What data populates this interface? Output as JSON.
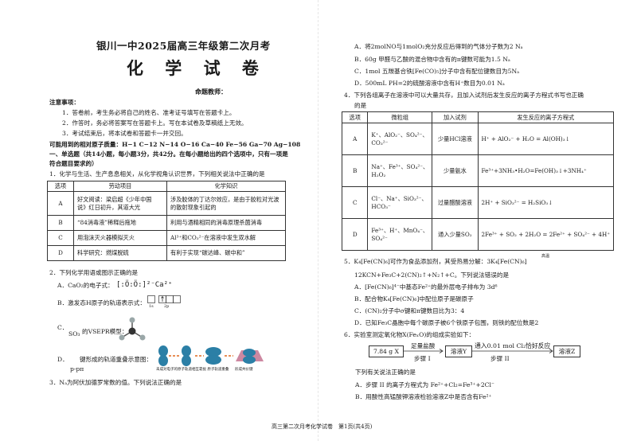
{
  "left": {
    "school": "银川一中2025届高三年级第二次月考",
    "subject": "化 学 试 卷",
    "author_label": "命题教师：",
    "notice_title": "注意事项：",
    "notices": [
      "1．答卷前，考生务必将自己的姓名、准考证号填写在答题卡上。",
      "2．作答时，务必将答案写在答题卡上。写在本试卷及草稿纸上无效。",
      "3．考试结束后，将本试卷和答题卡一并交回。"
    ],
    "atomic_mass": "可能用到的相对原子质量：H−1 C−12 N−14 O−16 Ca−40 Fe−56 Ga−70 Ag−108",
    "section1_a": "一、单选题（共14小题，每小题3分，共42分。在每小题给出的四个选项中，只有一项是",
    "section1_b": "符合题目要求的）",
    "q1": "1．化学与生活、生产息息相关，从化学视角认识世界，下列相关说法中正确的是",
    "q1_table": {
      "headers": [
        "选项",
        "劳动项目",
        "化学知识"
      ],
      "rows": [
        {
          "opt": "A",
          "work": [
            "好文阅读：梁启超《少年中国",
            "说》红日初升，其道大光"
          ],
          "chem": [
            "涉及胶体的丁达尔效应，是由于胶粒对光波",
            "的散射现象引起的"
          ]
        },
        {
          "opt": "B",
          "work": [
            "“84消毒液”稀释后拖地"
          ],
          "chem": [
            "利用与酒精相同的消毒原理杀菌消毒"
          ]
        },
        {
          "opt": "C",
          "work": [
            "用泡沫灭火器模拟灭火"
          ],
          "chem": [
            "Al³⁺和CO₃²⁻在溶液中发生双水解"
          ]
        },
        {
          "opt": "D",
          "work": [
            "科学研究：燃煤脱硫"
          ],
          "chem": [
            "有利于实现“碳达峰、碳中和”"
          ]
        }
      ]
    },
    "q2": "2．下列化学用语或图示正确的是",
    "q2_a": "A．CaO₂的电子式：",
    "q2_a_formula": "[:Ö:Ö:]²⁻Ca²⁺",
    "q2_b": "B．激发态H原子的轨道表示式：",
    "q2_b_labels": [
      "1s",
      "2p"
    ],
    "q2_c": "C．",
    "q2_c_formula": "SO₃",
    "q2_c_text": "的VSEPR模型：",
    "q2_d": "D．",
    "q2_d_text": "键形成的轨道重叠示意图：",
    "q2_d_sub": "p-pπ",
    "q2_d_cap1": "未成对电子的原子轨道相互靠拢 原子轨道重叠",
    "q2_d_cap2": "形成共价键",
    "q3": "3．Nₐ为阿伏加德罗常数的值。下列说法正确的是"
  },
  "right": {
    "q3_options": [
      "A．将2molNO与1molO₂充分反应后得到的气体分子数为2 Nₐ",
      "B．60g 甲醛与乙酸的混合物中含有的π键数可能为1.5 Nₐ",
      "C．1mol 五羰基合铁[Fe(CO)₅]分子中含有配位键数目为5Nₐ",
      "D．500mL PH=2的硫酸溶液中含有H⁺数目为0.01 Nₐ"
    ],
    "q4_a": "4．下列各组离子在溶液中可以大量共存，且加入试剂后发生反应的离子方程式书写也正确",
    "q4_b": "的是",
    "q4_table": {
      "headers": [
        "选项",
        "微粒组",
        "加入试剂",
        "发生反应的离子方程式"
      ],
      "rows": [
        {
          "opt": "A",
          "ions": [
            "K⁺、AlO₂⁻、SO₄²⁻、",
            "CO₃²⁻"
          ],
          "reagent": "少量HCl溶液",
          "eq": "H⁺ + AlO₂⁻ + H₂O = Al(OH)₃↓"
        },
        {
          "opt": "B",
          "ions": [
            "Na⁺、Fe³⁺、SO₄²⁻、",
            "H₂O₂"
          ],
          "reagent": "少量氨水",
          "eq": "Fe³⁺+3NH₃•H₂O=Fe(OH)₃↓+3NH₄⁺"
        },
        {
          "opt": "C",
          "ions": [
            "Cl⁻、Na⁺、SiO₃²⁻、",
            "HCO₃⁻"
          ],
          "reagent": "过量醋酸溶液",
          "eq": "2H⁺ + SiO₃²⁻ = H₂SiO₃↓"
        },
        {
          "opt": "D",
          "ions": [
            "Fe³⁺、H⁺、MnO₄⁻、",
            "SO₄²⁻"
          ],
          "reagent": "通入少量SO₂",
          "eq": "2Fe³⁺ + SO₂ + 2H₂O = 2Fe²⁺ + SO₄²⁻ + 4H⁺"
        }
      ]
    },
    "q5_a": "5．K₄[Fe(CN)₆]可作为食品添加剂，其受热易分解：3K₄[Fe(CN)₆]",
    "q5_cond": "高温",
    "q5_b": "12KCN+Fe₃C+2(CN)₂↑+N₂↑+C。下列说法错误的是",
    "q5_options": [
      "A．[Fe(CN)₆]⁴⁻中基态Fe²⁺的最外层电子排布为 3d⁶",
      "B．配合物K₄[Fe(CN)₆]中配位原子是碳原子",
      "C．(CN)₂分子中σ键和π键数目比为3：4",
      "D．已知Fe₃C晶胞中每个碳原子被6个铁原子包围，则铁的配位数是2"
    ],
    "q6": "6．实验室测定氧化物X(FeₓO)的组成实验如下：",
    "q6_box1": "7.84 g X",
    "q6_step1_top": "足量盐酸",
    "q6_step1_bottom": "步骤 I",
    "q6_box2": "溶液Y",
    "q6_step2_top": "通入0.01 mol Cl₂恰好反应",
    "q6_step2_bottom": "步骤 II",
    "q6_box3": "溶液Z",
    "q6_ask": "下列有关说法正确的是",
    "q6_options": [
      "A．步骤 II 的离子方程式为 Fe²⁺+Cl₂=Fe³⁺+2Cl⁻",
      "B．用酸性高锰酸钾溶液检验溶液Z中是否含有Fe²⁺"
    ]
  },
  "footer": "高三第二次月考化学试卷　第1页(共4页)"
}
